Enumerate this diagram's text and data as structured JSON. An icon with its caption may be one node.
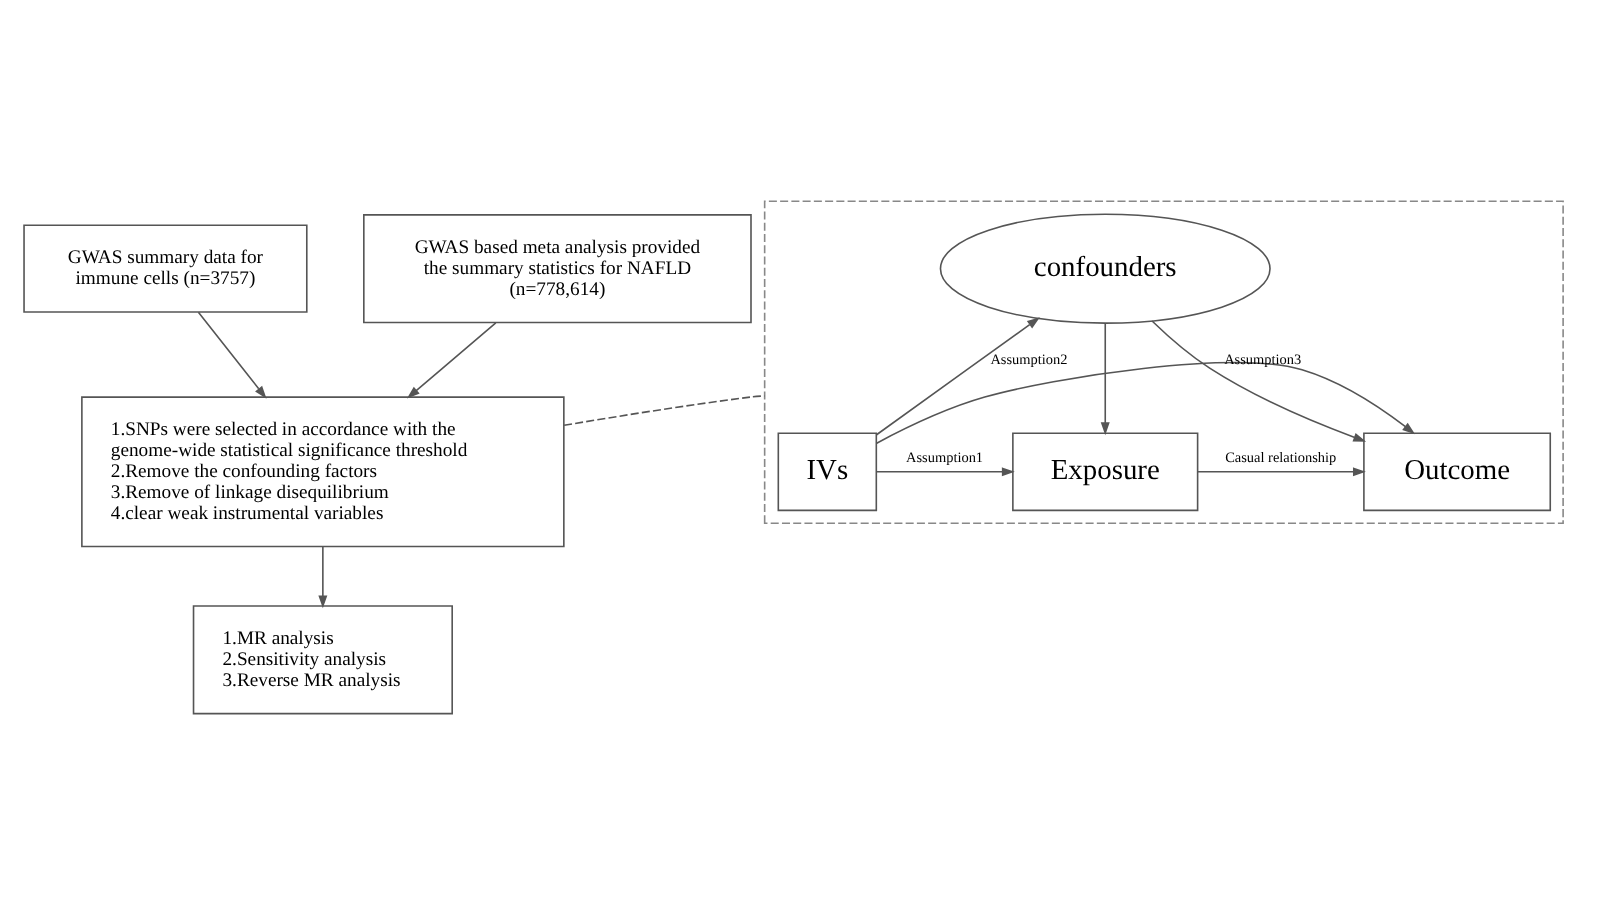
{
  "diagram": {
    "nodes": [
      {
        "text": [
          "GWAS summary data for immune cells (n=3757)"
        ]
      },
      {
        "text": [
          "GWAS based meta analysis provided the summary statistics for NAFLD (n=778,614)"
        ]
      },
      {
        "text": [
          "1.SNPs were selected in accordance with the genome-wide statistical significance threshold",
          "2.Remove the confounding factors",
          "3.Remove of linkage disequilibrium",
          "4.clear weak instrumental variables"
        ]
      },
      {
        "text": [],
        "shape": "box"
      },
      {
        "text": [
          "confounders"
        ],
        "in": 3
      },
      {
        "text": [
          "IVs"
        ],
        "in": 3
      },
      {
        "text": [
          "Exposure"
        ],
        "in": 3
      },
      {
        "text": [
          "Outcome"
        ],
        "in": 3
      },
      {
        "text": [
          "1.MR analysis",
          "2.Sensitivity analysis",
          "3.Reverse MR analysis"
        ]
      }
    ],
    "edges": [
      {
        "from": 0,
        "to": 2,
        "arrow": "to"
      },
      {
        "from": 1,
        "to": 2,
        "arrow": "to"
      },
      {
        "from": 2,
        "to": 3,
        "arrow": "none",
        "style": "dashed"
      },
      {
        "from": 2,
        "to": 8,
        "arrow": "to"
      },
      {
        "from": 5,
        "to": 4,
        "arrow": "to",
        "label": "Assumption2"
      },
      {
        "from": 4,
        "to": 6,
        "arrow": "to"
      },
      {
        "from": 4,
        "to": 7,
        "arrow": "to"
      },
      {
        "from": 5,
        "to": 6,
        "arrow": "to",
        "label": "Assumption1"
      },
      {
        "from": 6,
        "to": 7,
        "arrow": "to",
        "label": "Casual relationship"
      },
      {
        "from": 5,
        "to": 7,
        "arrow": "to",
        "label": "Assumption3"
      }
    ]
  }
}
